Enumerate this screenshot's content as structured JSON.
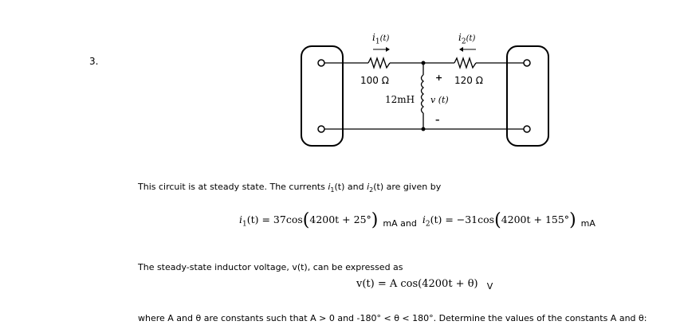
{
  "problem_number": "3.",
  "circuit": {
    "i1_label": "i",
    "i1_sub": "1",
    "i1_arg": "(t)",
    "i2_label": "i",
    "i2_sub": "2",
    "i2_arg": "(t)",
    "r1_label": "100 Ω",
    "r2_label": "120 Ω",
    "l_label": "12mH",
    "v_label": "v (t)",
    "plus": "+",
    "minus": "–"
  },
  "text": {
    "intro_a": "This circuit is at steady state. The currents ",
    "intro_i": "i",
    "intro_s1": "1",
    "intro_t1": "(t) and ",
    "intro_i2": "i",
    "intro_s2": "2",
    "intro_t2": "(t) are given by",
    "eq1_lhs": "i",
    "eq1_sub": "1",
    "eq1_rest": "(t) = 37cos",
    "eq1_arg": "4200t + 25°",
    "eq1_unit": "mA and",
    "eq2_lhs": "i",
    "eq2_sub": "2",
    "eq2_rest": "(t) = −31cos",
    "eq2_arg": "4200t + 155°",
    "eq2_unit": "mA",
    "vline": "The steady-state inductor voltage, v(t), can be expressed as",
    "veq": "v(t) = A cos(4200t + θ)",
    "veq_unit": "V",
    "where": "where A and θ are constants such that A > 0 and -180° < θ < 180°. Determine the values of the constants A and θ:"
  }
}
